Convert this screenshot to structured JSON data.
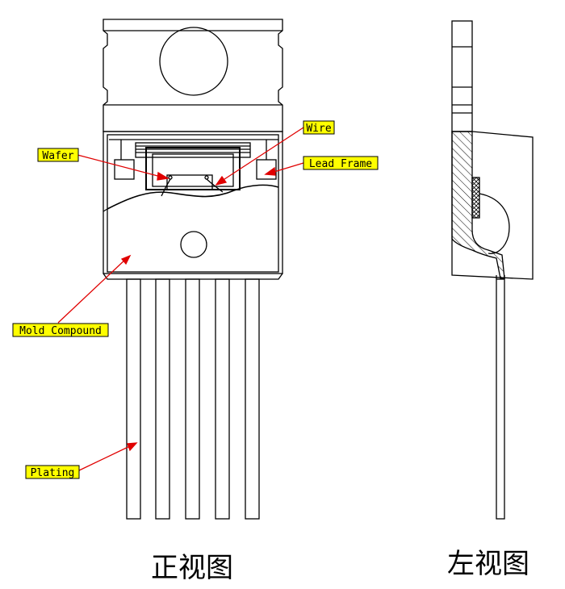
{
  "callouts": {
    "wire": "Wire",
    "wafer": "Wafer",
    "lead_frame": "Lead Frame",
    "mold_compound": "Mold Compound",
    "plating": "Plating"
  },
  "captions": {
    "front_view": "正视图",
    "left_view": "左视图"
  },
  "colors": {
    "label_fill": "#ffff00",
    "leader_line": "#e00000",
    "outline": "#000000",
    "hatch": "#000000"
  }
}
